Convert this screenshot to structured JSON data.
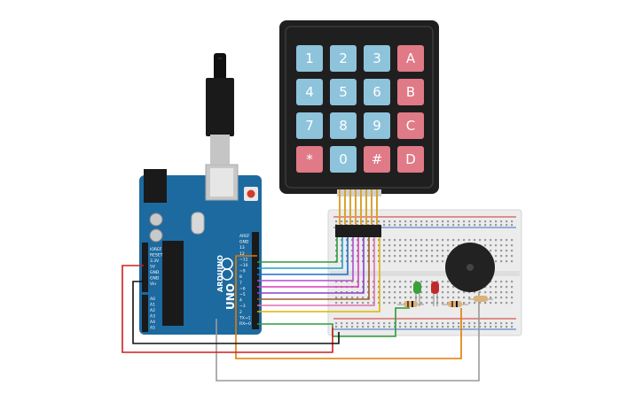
{
  "keypad": {
    "keys": [
      {
        "label": "1",
        "type": "num"
      },
      {
        "label": "2",
        "type": "num"
      },
      {
        "label": "3",
        "type": "num"
      },
      {
        "label": "A",
        "type": "func"
      },
      {
        "label": "4",
        "type": "num"
      },
      {
        "label": "5",
        "type": "num"
      },
      {
        "label": "6",
        "type": "num"
      },
      {
        "label": "B",
        "type": "func"
      },
      {
        "label": "7",
        "type": "num"
      },
      {
        "label": "8",
        "type": "num"
      },
      {
        "label": "9",
        "type": "num"
      },
      {
        "label": "C",
        "type": "func"
      },
      {
        "label": "*",
        "type": "func"
      },
      {
        "label": "0",
        "type": "num"
      },
      {
        "label": "#",
        "type": "func"
      },
      {
        "label": "D",
        "type": "func"
      }
    ],
    "colors": {
      "num": "#8ec3dc",
      "func": "#e07a86",
      "body": "#1f1f1f"
    }
  },
  "arduino": {
    "brand": "ARDUINO",
    "model": "UNO",
    "power_labels": [
      "IOREF",
      "RESET",
      "3.3V",
      "5V",
      "GND",
      "GND",
      "Vin"
    ],
    "analog_labels": [
      "A0",
      "A1",
      "A2",
      "A3",
      "A4",
      "A5"
    ],
    "header_labels": [
      "AREF",
      "GND",
      "13",
      "12",
      "~11",
      "~10",
      "~9",
      "8",
      "7",
      "~6",
      "~5",
      "4",
      "~3",
      "2",
      "TX→1",
      "RX←0"
    ],
    "board_color": "#1d6aa0"
  },
  "breadboard": {
    "color": "#eeeeee",
    "rail_red": "#d0312d",
    "rail_blue": "#3a6fc4"
  },
  "components": {
    "leds": [
      {
        "name": "green-led",
        "color": "#3aa13a"
      },
      {
        "name": "red-led",
        "color": "#c0292b"
      }
    ],
    "buzzer_color": "#222222"
  },
  "wire_colors": [
    "#2e9a3a",
    "#1fa0c9",
    "#1e6fd0",
    "#b04fd0",
    "#d23fb8",
    "#a05a30",
    "#e0b400",
    "#e07b00",
    "#d01e1e",
    "#111111",
    "#9a9a9a"
  ]
}
